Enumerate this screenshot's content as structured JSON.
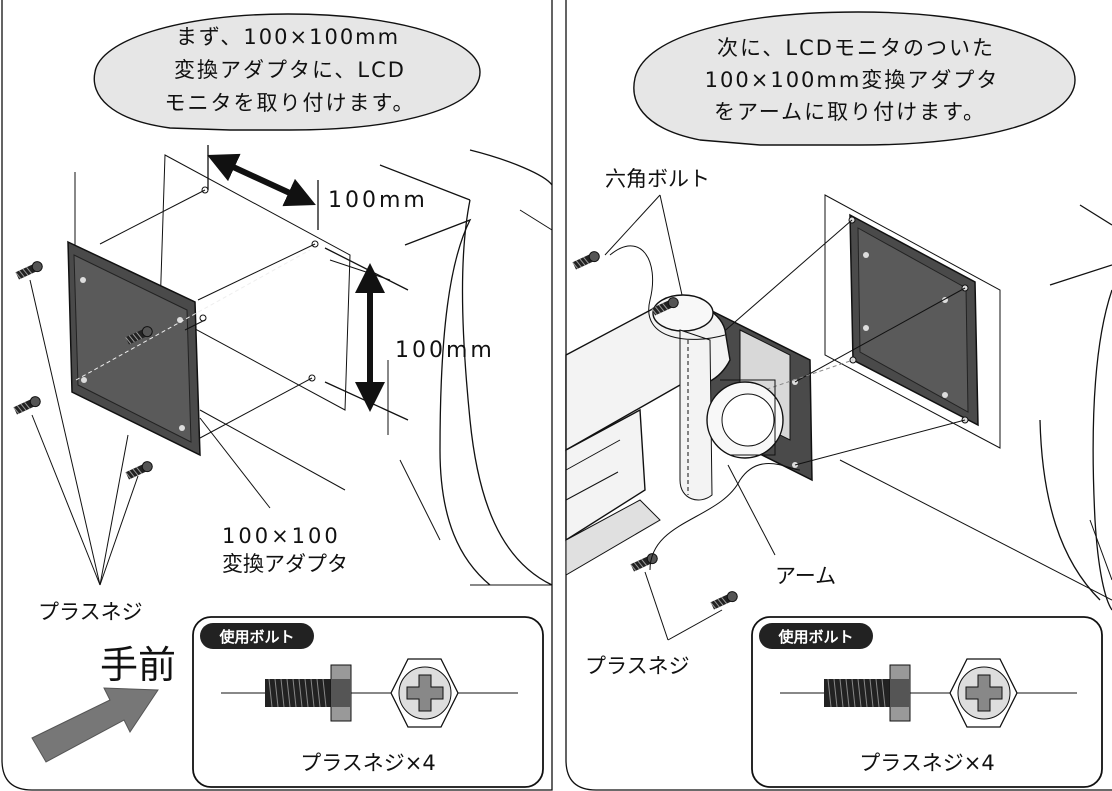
{
  "left_panel": {
    "callout_lines": [
      "まず、100×100mm",
      "変換アダプタに、LCD",
      "モニタを取り付けます。"
    ],
    "dim_horizontal": "100mm",
    "dim_vertical": "100mm",
    "adapter_label_lines": [
      "100×100",
      "変換アダプタ"
    ],
    "screws_label": "プラスネジ",
    "front_label": "手前",
    "bolt_box": {
      "badge": "使用ボルト",
      "caption": "プラスネジ×4"
    }
  },
  "right_panel": {
    "callout_lines": [
      "次に、LCDモニタのついた",
      "100×100mm変換アダプタ",
      "をアームに取り付けます。"
    ],
    "hex_bolt_label": "六角ボルト",
    "arm_label": "アーム",
    "screws_label": "プラスネジ",
    "bolt_box": {
      "badge": "使用ボルト",
      "caption": "プラスネジ×4"
    }
  },
  "colors": {
    "callout_fill": "#e6e6e6",
    "plate": "#4a4a4a",
    "arrow": "#777777",
    "badge": "#222222"
  }
}
